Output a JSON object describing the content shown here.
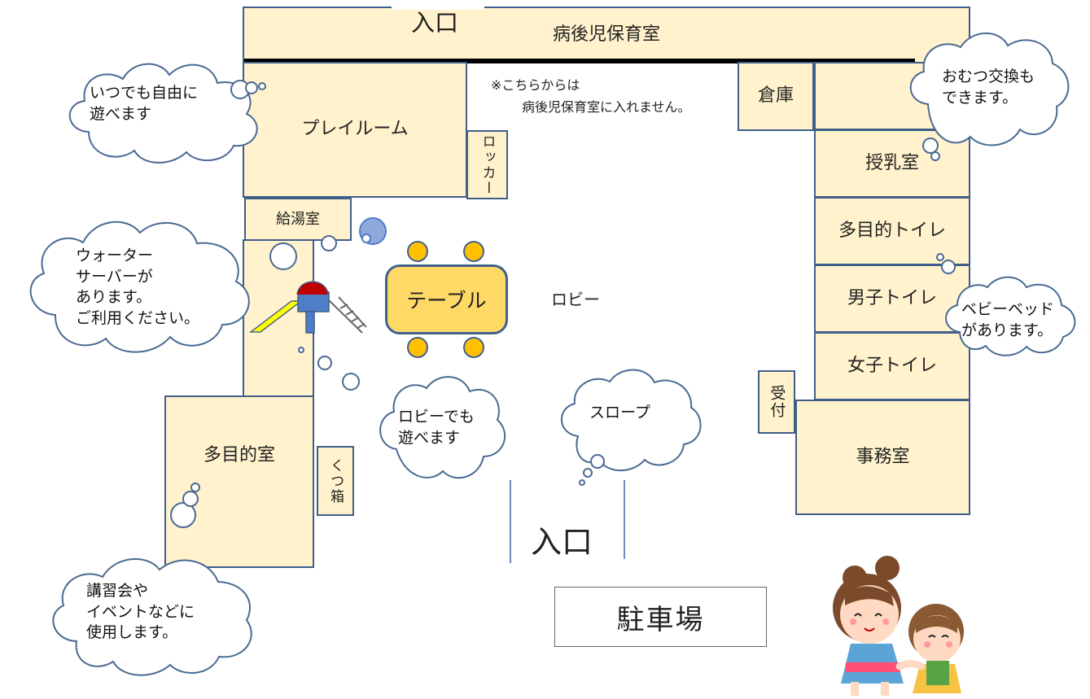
{
  "colors": {
    "room_fill": "#fff2cc",
    "room_border": "#3f5f8a",
    "table_fill": "#ffd966",
    "chair_fill": "#ffc000",
    "bubble_stroke": "#4a6993",
    "accent_blue": "#4f7dc7",
    "accent_red": "#c00000",
    "slide_yellow": "#ffff00"
  },
  "entrances": {
    "top": "入口",
    "main": "入口"
  },
  "rooms": {
    "sick_child_room": "病後児保育室",
    "playroom": "プレイルーム",
    "locker": "ロッカー",
    "hot_water_room": "給湯室",
    "multipurpose_room": "多目的室",
    "shoe_box": "くつ箱",
    "storage": "倉庫",
    "nursing_room": "授乳室",
    "multipurpose_toilet": "多目的トイレ",
    "mens_toilet": "男子トイレ",
    "womens_toilet": "女子トイレ",
    "reception": "受付",
    "office": "事務室"
  },
  "labels": {
    "note_line1": "※こちらからは",
    "note_line2": "病後児保育室に入れません。",
    "table": "テーブル",
    "lobby": "ロビー",
    "parking": "駐車場"
  },
  "bubbles": {
    "playroom": "いつでも自由に\n遊べます",
    "water": "ウォーター\nサーバーが\nあります。\nご利用ください。",
    "diaper": "おむつ交換も\nできます。",
    "lobby_play": "ロビーでも\n遊べます",
    "slope": "スロープ",
    "baby_bed": "ベビーベッド\nがあります。",
    "events": "講習会や\nイベントなどに\n使用します。"
  },
  "illustration": {
    "subject": "children-holding-hands"
  }
}
